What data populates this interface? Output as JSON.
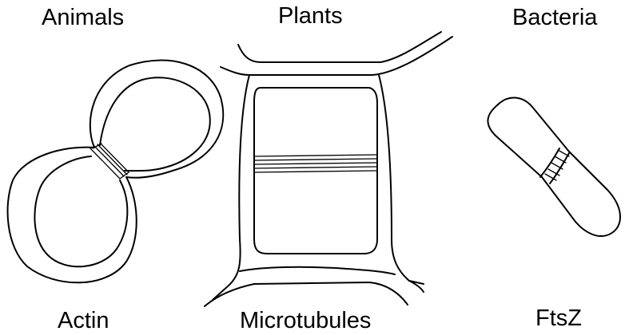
{
  "columns": [
    {
      "organism": "Animals",
      "protein": "Actin"
    },
    {
      "organism": "Plants",
      "protein": "Microtubules"
    },
    {
      "organism": "Bacteria",
      "protein": "FtsZ"
    }
  ]
}
